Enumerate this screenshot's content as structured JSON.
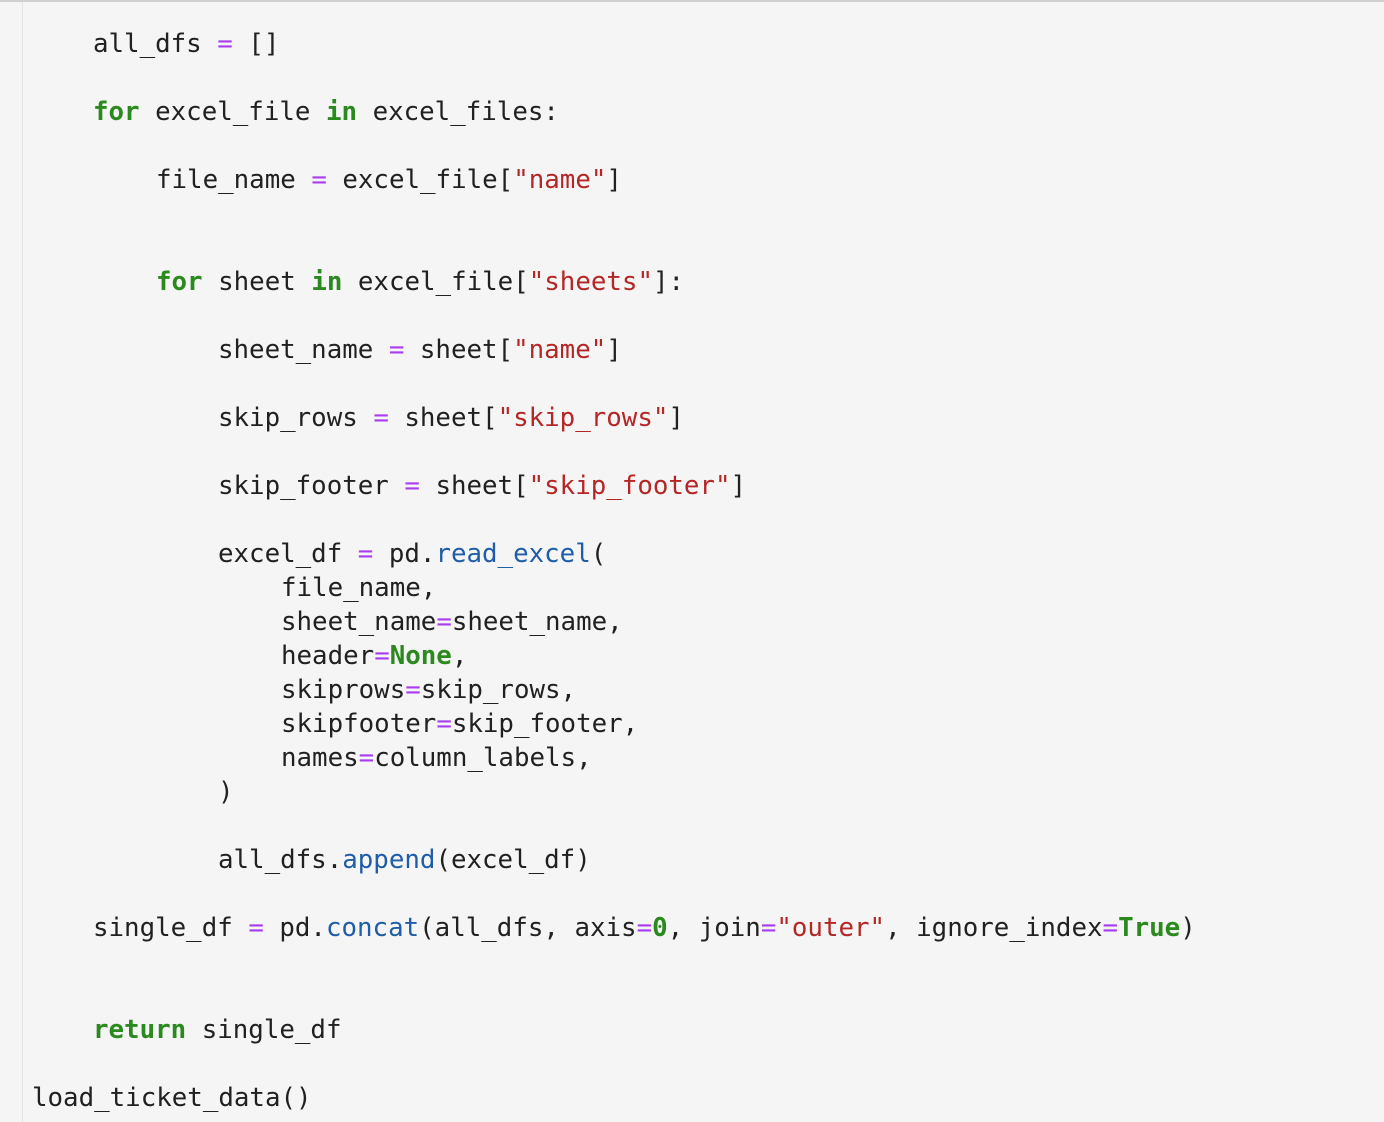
{
  "colors": {
    "background": "#f5f5f5",
    "text": "#212121",
    "keyword": "#2b8a1e",
    "operator": "#a93cf0",
    "string": "#b52626",
    "function": "#1f5da8"
  },
  "code": {
    "l1": {
      "a": "all_dfs",
      "b": "=",
      "c": "[]"
    },
    "l2": {
      "kw1": "for",
      "a": "excel_file",
      "kw2": "in",
      "b": "excel_files:"
    },
    "l3": {
      "a": "file_name",
      "eq": "=",
      "b": "excel_file[",
      "s": "\"name\"",
      "c": "]"
    },
    "l4": {
      "kw1": "for",
      "a": "sheet",
      "kw2": "in",
      "b": "excel_file[",
      "s": "\"sheets\"",
      "c": "]:"
    },
    "l5": {
      "a": "sheet_name",
      "eq": "=",
      "b": "sheet[",
      "s": "\"name\"",
      "c": "]"
    },
    "l6": {
      "a": "skip_rows",
      "eq": "=",
      "b": "sheet[",
      "s": "\"skip_rows\"",
      "c": "]"
    },
    "l7": {
      "a": "skip_footer",
      "eq": "=",
      "b": "sheet[",
      "s": "\"skip_footer\"",
      "c": "]"
    },
    "l8": {
      "a": "excel_df",
      "eq": "=",
      "b": "pd.",
      "f": "read_excel",
      "c": "("
    },
    "l9": {
      "a": "file_name,"
    },
    "l10": {
      "a": "sheet_name",
      "eq": "=",
      "b": "sheet_name,"
    },
    "l11": {
      "a": "header",
      "eq": "=",
      "k": "None",
      "c": ","
    },
    "l12": {
      "a": "skiprows",
      "eq": "=",
      "b": "skip_rows,"
    },
    "l13": {
      "a": "skipfooter",
      "eq": "=",
      "b": "skip_footer,"
    },
    "l14": {
      "a": "names",
      "eq": "=",
      "b": "column_labels,"
    },
    "l15": {
      "a": ")"
    },
    "l16": {
      "a": "all_dfs.",
      "f": "append",
      "c": "(excel_df)"
    },
    "l17": {
      "a": "single_df",
      "eq": "=",
      "b": "pd.",
      "f": "concat",
      "c": "(all_dfs, axis",
      "eq2": "=",
      "n": "0",
      "d": ", join",
      "eq3": "=",
      "s": "\"outer\"",
      "e": ", ignore_index",
      "eq4": "=",
      "k": "True",
      "g": ")"
    },
    "l18": {
      "kw": "return",
      "a": "single_df"
    },
    "l19": {
      "a": "load_ticket_data()"
    }
  }
}
